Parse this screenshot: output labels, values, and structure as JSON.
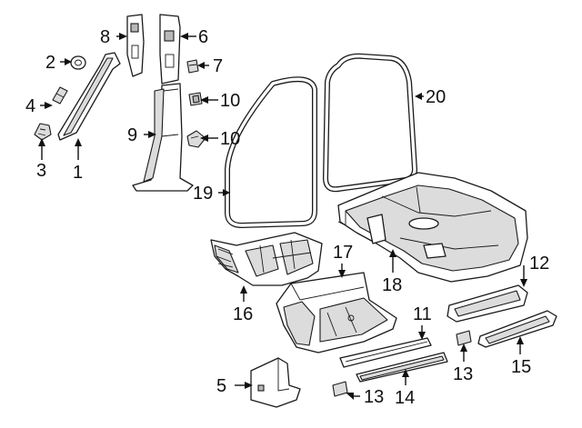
{
  "callouts": [
    {
      "id": "c1",
      "label": "1"
    },
    {
      "id": "c2",
      "label": "2"
    },
    {
      "id": "c3",
      "label": "3"
    },
    {
      "id": "c4",
      "label": "4"
    },
    {
      "id": "c5",
      "label": "5"
    },
    {
      "id": "c6",
      "label": "6"
    },
    {
      "id": "c7",
      "label": "7"
    },
    {
      "id": "c8",
      "label": "8"
    },
    {
      "id": "c9",
      "label": "9"
    },
    {
      "id": "c10a",
      "label": "10"
    },
    {
      "id": "c10b",
      "label": "10"
    },
    {
      "id": "c11",
      "label": "11"
    },
    {
      "id": "c12",
      "label": "12"
    },
    {
      "id": "c13a",
      "label": "13"
    },
    {
      "id": "c13b",
      "label": "13"
    },
    {
      "id": "c14",
      "label": "14"
    },
    {
      "id": "c15",
      "label": "15"
    },
    {
      "id": "c16",
      "label": "16"
    },
    {
      "id": "c17",
      "label": "17"
    },
    {
      "id": "c18",
      "label": "18"
    },
    {
      "id": "c19",
      "label": "19"
    },
    {
      "id": "c20",
      "label": "20"
    }
  ],
  "colors": {
    "line": "#1a1a1a",
    "shade": "#dcdcdc",
    "background": "#ffffff"
  }
}
